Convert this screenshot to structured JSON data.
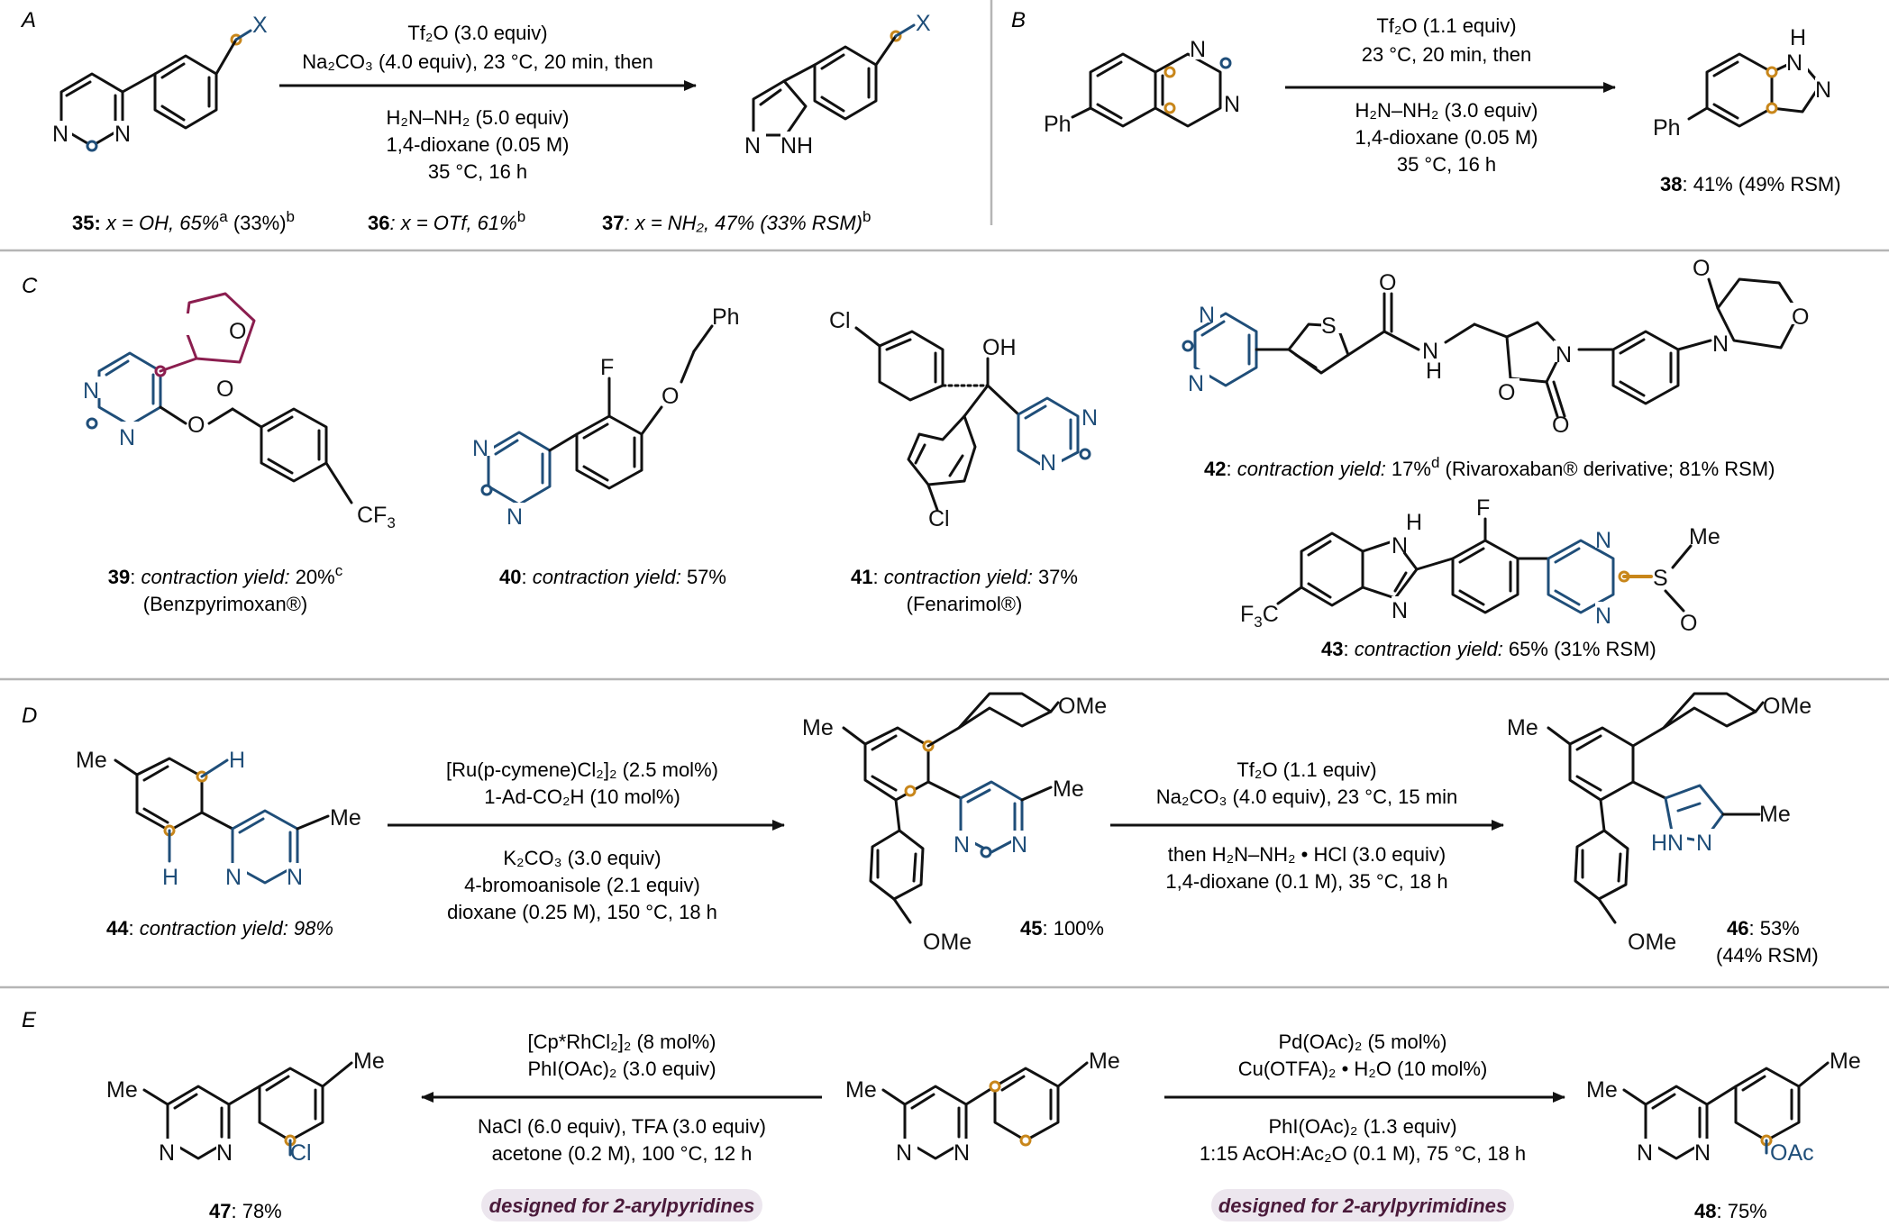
{
  "panel_labels": {
    "a": "A",
    "b": "B",
    "c": "C",
    "d": "D",
    "e": "E"
  },
  "atoms": {
    "N": "N",
    "NH": "NH",
    "N_H": "N",
    "H": "H",
    "HN": "HN",
    "X": "X",
    "Ph": "Ph",
    "F": "F",
    "Cl": "Cl",
    "OH": "OH",
    "O": "O",
    "S": "S",
    "Me": "Me",
    "OMe": "OMe",
    "OAc": "OAc",
    "CF3": "CF",
    "CF3_sub": "3",
    "F3C": "F",
    "F3C_sub": "3",
    "F3C_C": "C"
  },
  "panel_a": {
    "conditions_above": [
      "Tf₂O (3.0 equiv)",
      "Na₂CO₃ (4.0 equiv), 23 °C, 20 min, then"
    ],
    "conditions_below": [
      "H₂N–NH₂ (5.0 equiv)",
      "1,4-dioxane (0.05 M)",
      "35 °C, 16 h"
    ],
    "captions": [
      {
        "num": "35:",
        "text": " x = OH, 65%",
        "sup1": "a",
        "mid": " (33%)",
        "sup2": "b"
      },
      {
        "num": "36",
        "text": ": x = OTf, 61%",
        "sup1": "b",
        "mid": "",
        "sup2": ""
      },
      {
        "num": "37",
        "text": ": x = NH₂, 47% (33% RSM)",
        "sup1": "b",
        "mid": "",
        "sup2": ""
      }
    ]
  },
  "panel_b": {
    "conditions_above": [
      "Tf₂O (1.1 equiv)",
      "23 °C, 20 min, then"
    ],
    "conditions_below": [
      "H₂N–NH₂ (3.0 equiv)",
      "1,4-dioxane (0.05 M)",
      "35 °C, 16 h"
    ],
    "caption": {
      "num": "38",
      "text": ": 41% (49% RSM)"
    }
  },
  "panel_c": {
    "c39": {
      "num": "39",
      "label": ": ",
      "ital": "contraction yield:",
      "value": " 20%",
      "sup": "c",
      "sub": "(Benzpyrimoxan®)"
    },
    "c40": {
      "num": "40",
      "label": ": ",
      "ital": "contraction yield:",
      "value": " 57%"
    },
    "c41": {
      "num": "41",
      "label": ": ",
      "ital": "contraction yield:",
      "value": " 37%",
      "sub": "(Fenarimol®)"
    },
    "c42": {
      "num": "42",
      "label": ":  ",
      "ital": "contraction yield:",
      "value": " 17%",
      "sup": "d",
      "tail": " (Rivaroxaban® derivative; 81% RSM)"
    },
    "c43": {
      "num": "43",
      "label": ":  ",
      "ital": "contraction yield:",
      "value": " 65% (31% RSM)"
    }
  },
  "panel_d": {
    "step1_above": [
      "[Ru(p-cymene)Cl₂]₂ (2.5 mol%)",
      "1-Ad-CO₂H (10 mol%)"
    ],
    "step1_below": [
      "K₂CO₃ (3.0 equiv)",
      "4-bromoanisole (2.1 equiv)",
      "dioxane (0.25 M), 150 °C, 18 h"
    ],
    "step2_above": [
      "Tf₂O (1.1 equiv)",
      "Na₂CO₃ (4.0 equiv), 23 °C, 15 min"
    ],
    "step2_below": [
      "then H₂N–NH₂ • HCl (3.0 equiv)",
      "1,4-dioxane (0.1 M), 35 °C, 18 h"
    ],
    "c44": {
      "num": "44",
      "label": ": ",
      "ital": "contraction yield:",
      "value": " 98%"
    },
    "c45": {
      "num": "45",
      "text": ": 100%"
    },
    "c46": {
      "num": "46",
      "text": ": 53%",
      "sub": "(44% RSM)"
    }
  },
  "panel_e": {
    "left_above": [
      "[Cp*RhCl₂]₂ (8 mol%)",
      "PhI(OAc)₂ (3.0 equiv)"
    ],
    "left_below": [
      "NaCl (6.0 equiv), TFA (3.0 equiv)",
      "acetone (0.2 M), 100 °C, 12 h"
    ],
    "right_above": [
      "Pd(OAc)₂ (5 mol%)",
      "Cu(OTFA)₂ • H₂O (10 mol%)"
    ],
    "right_below": [
      "PhI(OAc)₂ (1.3 equiv)",
      "1:15 AcOH:Ac₂O (0.1 M), 75 °C, 18 h"
    ],
    "pill_left": "designed for 2-arylpyridines",
    "pill_right": "designed for 2-arylpyrimidines",
    "c47": {
      "num": "47",
      "text": ": 78%"
    },
    "c48": {
      "num": "48",
      "text": ": 75%"
    }
  },
  "colors": {
    "blue": "#1f4e79",
    "orange": "#c8861a",
    "purple": "#8b1e4f",
    "separator": "#b5b5b5",
    "pill": "#ece6ee"
  }
}
